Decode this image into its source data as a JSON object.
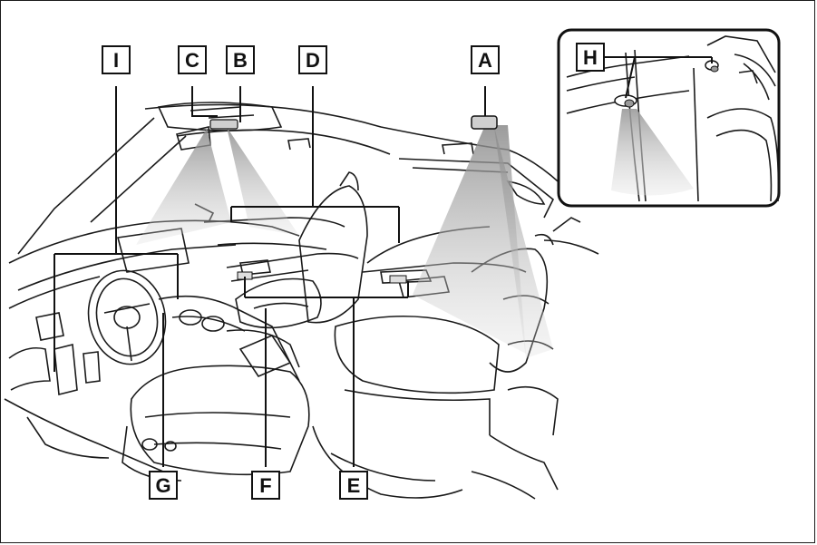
{
  "labels": {
    "A": "A",
    "B": "B",
    "C": "C",
    "D": "D",
    "E": "E",
    "F": "F",
    "G": "G",
    "H": "H",
    "I": "I"
  },
  "colors": {
    "line": "#1a1a1a",
    "light_cone": "#b0b0b0",
    "surface": "#f2f2f2",
    "background": "#ffffff"
  }
}
